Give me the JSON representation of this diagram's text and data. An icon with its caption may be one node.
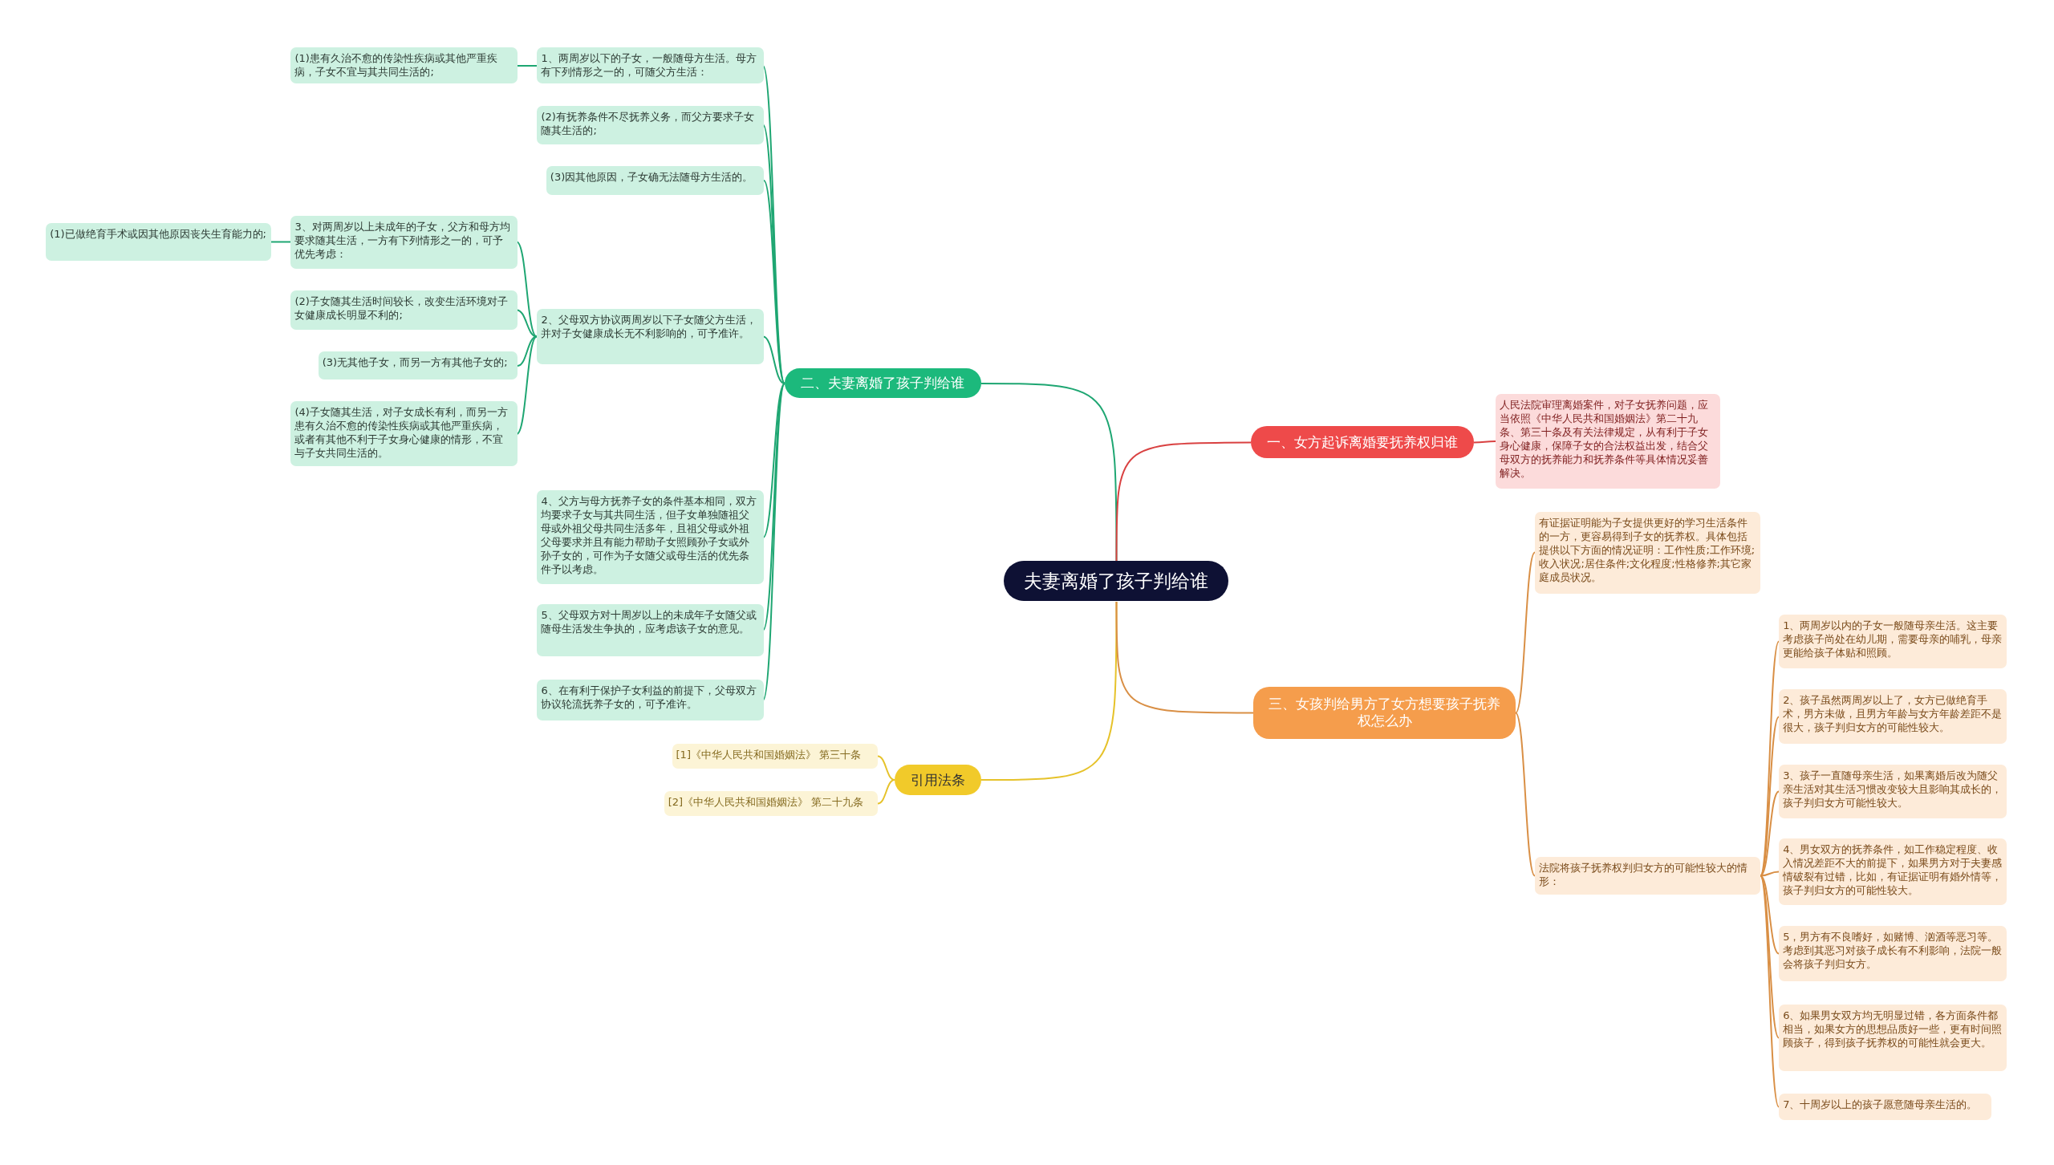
{
  "diagram": {
    "nodes": [
      {
        "text": [
          "夫妻离婚了孩子判给谁"
        ]
      },
      {
        "text": [
          "二、夫妻离婚了孩子判给谁"
        ]
      },
      {
        "text": [
          "1、两周岁以下的子女，一般随母方生活。母方有下列情形之一的，可随父方生活："
        ]
      },
      {
        "text": [
          "(1)患有久治不愈的传染性疾病或其他严重疾病，子女不宜与其共同生活的;"
        ]
      },
      {
        "text": [
          "(2)有抚养条件不尽抚养义务，而父方要求子女随其生活的;"
        ]
      },
      {
        "text": [
          "(3)因其他原因，子女确无法随母方生活的。"
        ]
      },
      {
        "text": [
          "2、父母双方协议两周岁以下子女随父方生活，并对子女健康成长无不利影响的，可予准许。"
        ]
      },
      {
        "text": [
          "3、对两周岁以上未成年的子女，父方和母方均要求随其生活，一方有下列情形之一的，可予优先考虑："
        ]
      },
      {
        "text": [
          "(1)已做绝育手术或因其他原因丧失生育能力的;"
        ]
      },
      {
        "text": [
          "(2)子女随其生活时间较长，改变生活环境对子女健康成长明显不利的;"
        ]
      },
      {
        "text": [
          "(3)无其他子女，而另一方有其他子女的;"
        ]
      },
      {
        "text": [
          "(4)子女随其生活，对子女成长有利，而另一方患有久治不愈的传染性疾病或其他严重疾病，或者有其他不利于子女身心健康的情形，不宜与子女共同生活的。"
        ]
      },
      {
        "text": [
          "4、父方与母方抚养子女的条件基本相同，双方均要求子女与其共同生活，但子女单独随祖父母或外祖父母共同生活多年，且祖父母或外祖父母要求并且有能力帮助子女照顾孙子女或外孙子女的，可作为子女随父或母生活的优先条件予以考虑。"
        ]
      },
      {
        "text": [
          "5、父母双方对十周岁以上的未成年子女随父或随母生活发生争执的，应考虑该子女的意见。"
        ]
      },
      {
        "text": [
          "6、在有利于保护子女利益的前提下，父母双方协议轮流抚养子女的，可予准许。"
        ]
      },
      {
        "text": [
          "引用法条"
        ]
      },
      {
        "text": [
          "[1]《中华人民共和国婚姻法》 第三十条"
        ]
      },
      {
        "text": [
          "[2]《中华人民共和国婚姻法》 第二十九条"
        ]
      },
      {
        "text": [
          "一、女方起诉离婚要抚养权归谁"
        ]
      },
      {
        "text": [
          "人民法院审理离婚案件，对子女抚养问题，应当依照《中华人民共和国婚姻法》第二十九条、第三十条及有关法律规定，从有利于子女身心健康，保障子女的合法权益出发，结合父母双方的抚养能力和抚养条件等具体情况妥善解决。"
        ]
      },
      {
        "text": [
          "三、女孩判给男方了女方想要孩子抚养权怎么办"
        ]
      },
      {
        "text": [
          "有证据证明能为子女提供更好的学习生活条件的一方，更容易得到子女的抚养权。具体包括提供以下方面的情况证明：工作性质;工作环境;收入状况;居住条件;文化程度;性格修养;其它家庭成员状况。"
        ]
      },
      {
        "text": [
          "法院将孩子抚养权判归女方的可能性较大的情形："
        ]
      },
      {
        "text": [
          "1、两周岁以内的子女一般随母亲生活。这主要考虑孩子尚处在幼儿期，需要母亲的哺乳，母亲更能给孩子体贴和照顾。"
        ]
      },
      {
        "text": [
          "2、孩子虽然两周岁以上了，女方已做绝育手术，男方未做，且男方年龄与女方年龄差距不是很大，孩子判归女方的可能性较大。"
        ]
      },
      {
        "text": [
          "3、孩子一直随母亲生活，如果离婚后改为随父亲生活对其生活习惯改变较大且影响其成长的，孩子判归女方可能性较大。"
        ]
      },
      {
        "text": [
          "4、男女双方的抚养条件，如工作稳定程度、收入情况差距不大的前提下，如果男方对于夫妻感情破裂有过错，比如，有证据证明有婚外情等，孩子判归女方的可能性较大。"
        ]
      },
      {
        "text": [
          "5，男方有不良嗜好，如赌博、汹酒等恶习等。考虑到其恶习对孩子成长有不利影响，法院一般会将孩子判归女方。"
        ]
      },
      {
        "text": [
          "6、如果男女双方均无明显过错，各方面条件都相当，如果女方的思想品质好一些，更有时间照顾孩子，得到孩子抚养权的可能性就会更大。"
        ]
      },
      {
        "text": [
          "7、十周岁以上的孩子愿意随母亲生活的。"
        ]
      }
    ],
    "edges": [
      {
        "from": 0,
        "to": 1,
        "arrow": "none"
      },
      {
        "from": 1,
        "to": 2,
        "arrow": "none"
      },
      {
        "from": 2,
        "to": 3,
        "arrow": "none"
      },
      {
        "from": 1,
        "to": 4,
        "arrow": "none"
      },
      {
        "from": 1,
        "to": 5,
        "arrow": "none"
      },
      {
        "from": 1,
        "to": 6,
        "arrow": "none"
      },
      {
        "from": 6,
        "to": 7,
        "arrow": "none"
      },
      {
        "from": 7,
        "to": 8,
        "arrow": "none"
      },
      {
        "from": 6,
        "to": 9,
        "arrow": "none"
      },
      {
        "from": 6,
        "to": 10,
        "arrow": "none"
      },
      {
        "from": 6,
        "to": 11,
        "arrow": "none"
      },
      {
        "from": 1,
        "to": 12,
        "arrow": "none"
      },
      {
        "from": 1,
        "to": 13,
        "arrow": "none"
      },
      {
        "from": 1,
        "to": 14,
        "arrow": "none"
      },
      {
        "from": 0,
        "to": 15,
        "arrow": "none",
        "color": "#e6c22a"
      },
      {
        "from": 15,
        "to": 16,
        "arrow": "none",
        "color": "#e6c22a"
      },
      {
        "from": 15,
        "to": 17,
        "arrow": "none",
        "color": "#e6c22a"
      },
      {
        "from": 0,
        "to": 18,
        "arrow": "none",
        "color": "#d94141"
      },
      {
        "from": 18,
        "to": 19,
        "arrow": "none",
        "color": "#d94141"
      },
      {
        "from": 0,
        "to": 20,
        "arrow": "none",
        "color": "#d98f45"
      },
      {
        "from": 20,
        "to": 21,
        "arrow": "none",
        "color": "#d98f45"
      },
      {
        "from": 20,
        "to": 22,
        "arrow": "none",
        "color": "#d98f45"
      },
      {
        "from": 22,
        "to": 23,
        "arrow": "none",
        "color": "#d98f45"
      },
      {
        "from": 22,
        "to": 24,
        "arrow": "none",
        "color": "#d98f45"
      },
      {
        "from": 22,
        "to": 25,
        "arrow": "none",
        "color": "#d98f45"
      },
      {
        "from": 22,
        "to": 26,
        "arrow": "none",
        "color": "#d98f45"
      },
      {
        "from": 22,
        "to": 27,
        "arrow": "none",
        "color": "#d98f45"
      },
      {
        "from": 22,
        "to": 28,
        "arrow": "none",
        "color": "#d98f45"
      },
      {
        "from": 22,
        "to": 29,
        "arrow": "none",
        "color": "#d98f45"
      }
    ]
  }
}
